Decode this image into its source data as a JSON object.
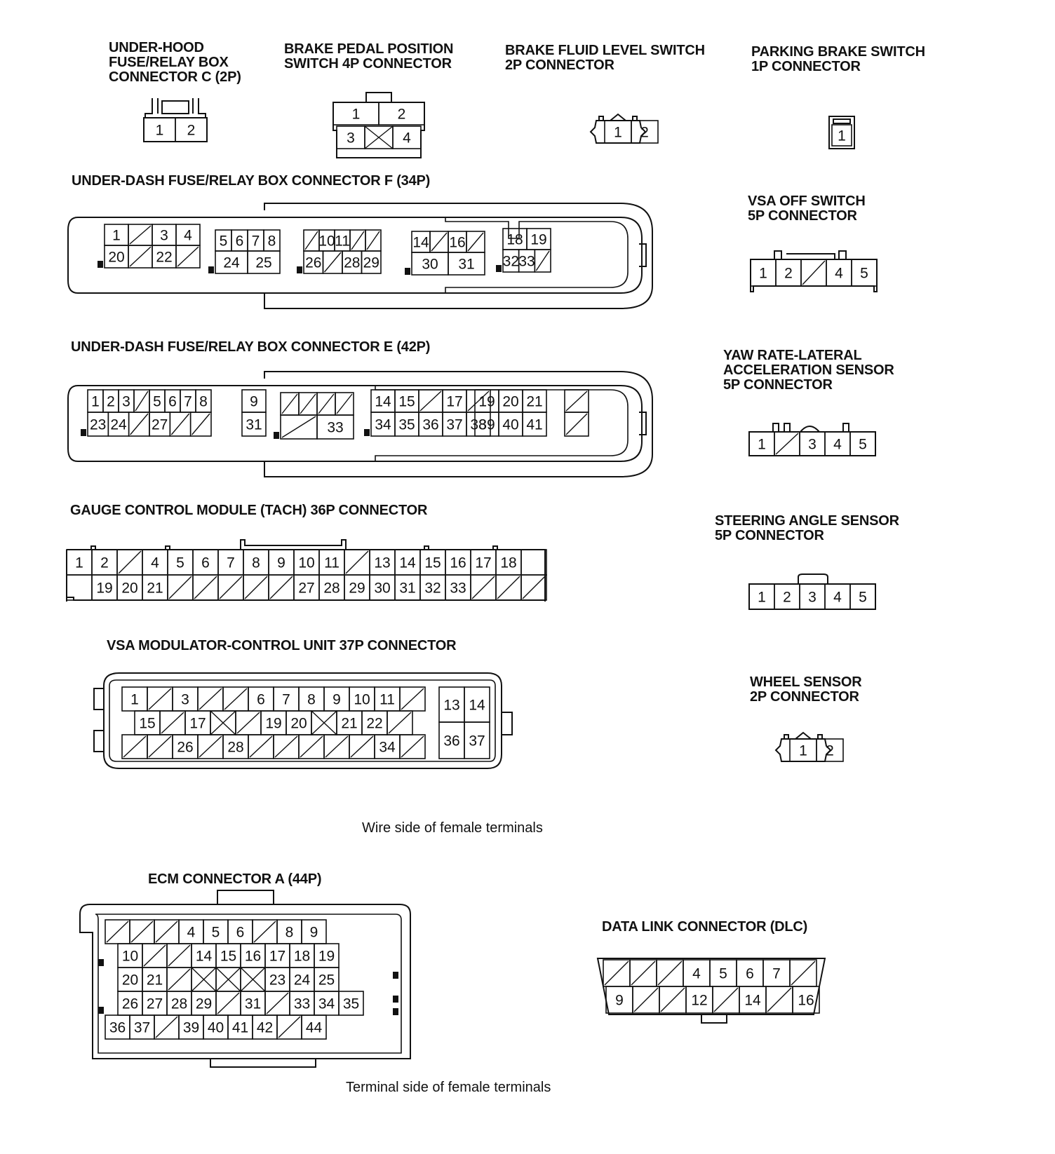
{
  "titles": {
    "uhfc": "UNDER-HOOD\nFUSE/RELAY BOX\nCONNECTOR C (2P)",
    "bpp": "BRAKE PEDAL POSITION\nSWITCH 4P CONNECTOR",
    "bfl": "BRAKE FLUID LEVEL SWITCH\n2P CONNECTOR",
    "pbs": "PARKING BRAKE SWITCH\n1P CONNECTOR",
    "udf": "UNDER-DASH FUSE/RELAY BOX CONNECTOR F (34P)",
    "vsaoff": "VSA OFF SWITCH\n5P CONNECTOR",
    "ude": "UNDER-DASH FUSE/RELAY BOX CONNECTOR E (42P)",
    "yaw": "YAW RATE-LATERAL\nACCELERATION SENSOR\n5P CONNECTOR",
    "gcm": "GAUGE CONTROL MODULE (TACH) 36P CONNECTOR",
    "sas": "STEERING ANGLE SENSOR\n5P CONNECTOR",
    "vsamod": "VSA MODULATOR-CONTROL UNIT 37P CONNECTOR",
    "wheel": "WHEEL SENSOR\n2P CONNECTOR",
    "ecm": "ECM CONNECTOR A (44P)",
    "dlc": "DATA LINK CONNECTOR (DLC)"
  },
  "captions": {
    "wire_side": "Wire side of female terminals",
    "terminal_side": "Terminal side of female terminals"
  },
  "connectors": {
    "uhfc": {
      "rows": [
        [
          "1",
          "2"
        ]
      ]
    },
    "bpp": {
      "rows": [
        [
          "1",
          "2"
        ],
        [
          "3",
          "/x",
          "4"
        ]
      ]
    },
    "bfl": {
      "rows": [
        [
          "1",
          "2"
        ]
      ]
    },
    "pbs": {
      "rows": [
        [
          "1"
        ]
      ]
    },
    "vsaoff": {
      "rows": [
        [
          "1",
          "2",
          "/",
          "4",
          "5"
        ]
      ]
    },
    "yaw": {
      "rows": [
        [
          "1",
          "/",
          "3",
          "4",
          "5"
        ]
      ]
    },
    "sas": {
      "rows": [
        [
          "1",
          "2",
          "3",
          "4",
          "5"
        ]
      ]
    },
    "wheel": {
      "rows": [
        [
          "1",
          "2"
        ]
      ]
    },
    "udf": {
      "blocks": [
        [
          [
            "1",
            "/",
            "3",
            "4"
          ],
          [
            "20",
            "/",
            "22",
            "/"
          ]
        ],
        [
          [
            "5",
            "6",
            "7",
            "8"
          ],
          [
            "24",
            "25"
          ]
        ],
        [
          [
            "/",
            "10",
            "11",
            "/",
            "/"
          ],
          [
            "26",
            "/",
            "28",
            "29"
          ]
        ],
        [
          [
            "14",
            "/",
            "16",
            "/"
          ],
          [
            "30",
            "31"
          ]
        ],
        [
          [
            "18",
            "19"
          ],
          [
            "32",
            "33",
            "/"
          ]
        ]
      ]
    },
    "ude": {
      "blocks": [
        [
          [
            "1",
            "2",
            "3",
            "/",
            "5",
            "6",
            "7",
            "8"
          ],
          [
            "23",
            "24",
            "/",
            "27",
            "/",
            "/"
          ]
        ],
        [
          [
            "9"
          ],
          [
            "31"
          ]
        ],
        [
          [
            "/",
            "/",
            "/",
            "/"
          ],
          [
            "/",
            "33"
          ]
        ],
        [
          [
            "14",
            "15",
            "/",
            "17",
            "/"
          ],
          [
            "34",
            "35",
            "36",
            "37",
            "38"
          ]
        ],
        [
          [
            "19",
            "20",
            "21"
          ],
          [
            "39",
            "40",
            "41"
          ]
        ],
        [
          [
            "/"
          ],
          [
            "/"
          ]
        ]
      ]
    },
    "gcm": {
      "rows": [
        [
          "1",
          "2",
          "/",
          "4",
          "5",
          "6",
          "7",
          "8",
          "9",
          "10",
          "11",
          "/",
          "13",
          "14",
          "15",
          "16",
          "17",
          "18",
          ""
        ],
        [
          "",
          "19",
          "20",
          "21",
          "/",
          "/",
          "/",
          "/",
          "/",
          "27",
          "28",
          "29",
          "30",
          "31",
          "32",
          "33",
          "/",
          "/",
          "/"
        ]
      ]
    },
    "vsamod": {
      "rows": [
        [
          "1",
          "/",
          "3",
          "/",
          "/",
          "6",
          "7",
          "8",
          "9",
          "10",
          "11",
          "/"
        ],
        [
          "15",
          "/",
          "17",
          "x",
          "/",
          "19",
          "20",
          "x",
          "21",
          "22",
          "/"
        ],
        [
          "/",
          "/",
          "26",
          "/",
          "28",
          "/",
          "/",
          "/",
          "/",
          "/",
          "34",
          "/"
        ]
      ],
      "side": [
        [
          "13",
          "14"
        ],
        [
          "36",
          "37"
        ]
      ]
    },
    "ecm": {
      "rows": [
        [
          "/",
          "/",
          "/",
          "4",
          "5",
          "6",
          "/",
          "8",
          "9"
        ],
        [
          "10",
          "/",
          "/",
          "14",
          "15",
          "16",
          "17",
          "18",
          "19"
        ],
        [
          "20",
          "21",
          "/",
          "x",
          "x",
          "x",
          "23",
          "24",
          "25"
        ],
        [
          "26",
          "27",
          "28",
          "29",
          "/",
          "31",
          "/",
          "33",
          "34",
          "35"
        ],
        [
          "36",
          "37",
          "/",
          "39",
          "40",
          "41",
          "42",
          "/",
          "44"
        ]
      ]
    },
    "dlc": {
      "rows": [
        [
          "/",
          "/",
          "/",
          "4",
          "5",
          "6",
          "7",
          "/"
        ],
        [
          "9",
          "/",
          "/",
          "12",
          "/",
          "14",
          "/",
          "16"
        ]
      ]
    }
  }
}
